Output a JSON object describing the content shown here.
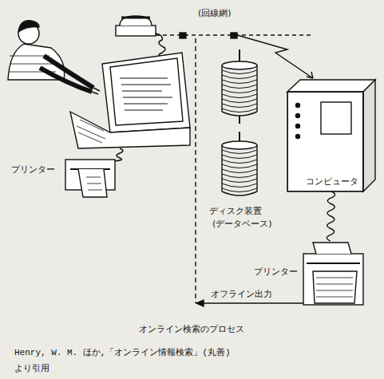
{
  "diagram": {
    "caption": "オンライン検索のプロセス",
    "nodes": [
      {
        "text": [
          "コンピュータ"
        ]
      },
      {
        "text": [
          "プリンター"
        ]
      },
      {
        "text": [
          "ディスク装置",
          "(データベース)"
        ]
      },
      {
        "text": [
          "プリンター"
        ]
      }
    ],
    "edges": [
      {
        "from": 0,
        "to": 3,
        "arrow": "none"
      }
    ],
    "labels": [
      "(回線網)",
      "オフライン出力",
      "Henry, W. M. ほか,「オンライン情報検索」(丸善)",
      "より引用"
    ]
  }
}
